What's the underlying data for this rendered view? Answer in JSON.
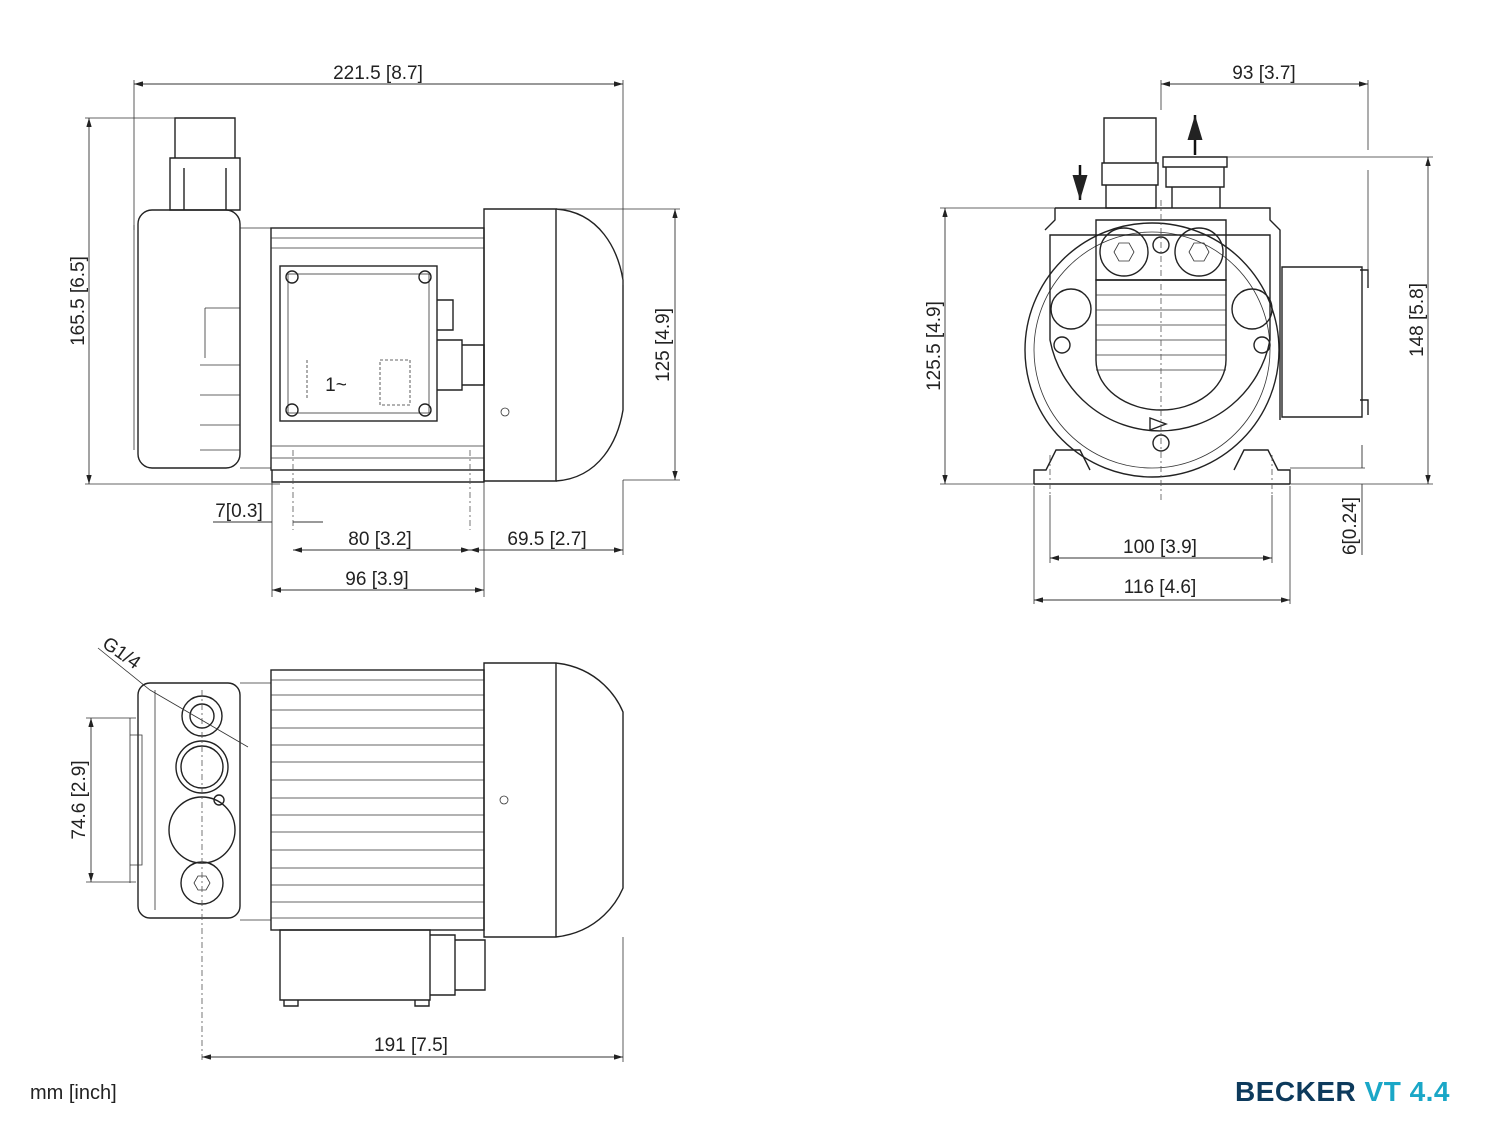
{
  "units_label": "mm [inch]",
  "logo": {
    "brand": "BECKER",
    "model": "VT 4.4",
    "brand_color": "#0d3a5c",
    "model_color": "#1aa7c7"
  },
  "side_view": {
    "overall_length": "221.5 [8.7]",
    "overall_height": "165.5 [6.5]",
    "cap_height": "125 [4.9]",
    "foot_offset": "7[0.3]",
    "foot_spacing": "80 [3.2]",
    "cap_length": "69.5 [2.7]",
    "motor_length": "96 [3.9]",
    "terminal_label": "1~"
  },
  "end_view": {
    "port_offset": "93 [3.7]",
    "inlet_height": "125.5 [4.9]",
    "total_height": "148 [5.8]",
    "foot_thickness": "6[0.24]",
    "hole_spacing": "100 [3.9]",
    "foot_width": "116 [4.6]"
  },
  "top_view": {
    "thread": "G1/4",
    "port_spacing": "74.6 [2.9]",
    "length": "191 [7.5]"
  }
}
